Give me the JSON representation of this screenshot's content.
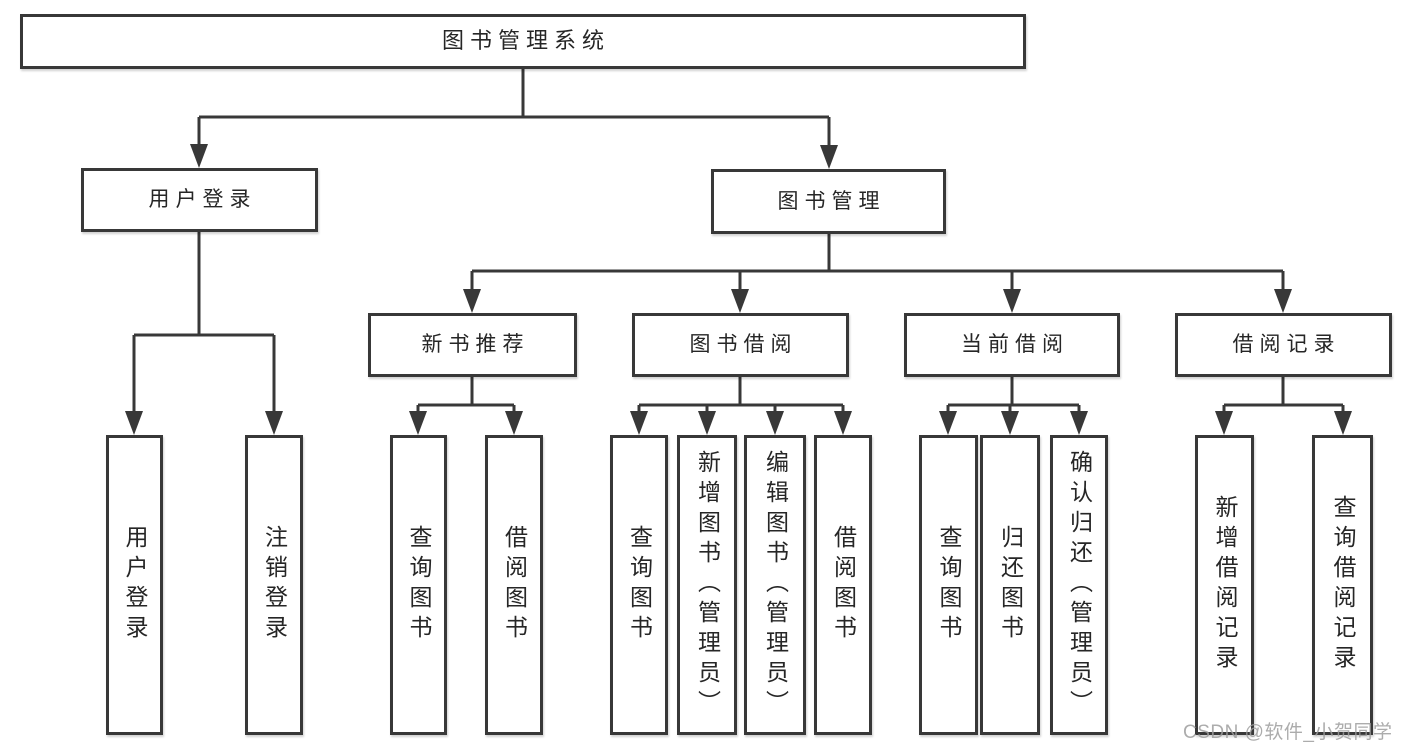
{
  "diagram": {
    "root": {
      "label": "图书管理系统"
    },
    "level2": [
      {
        "label": "用户登录"
      },
      {
        "label": "图书管理"
      }
    ],
    "level3": [
      {
        "label": "新书推荐"
      },
      {
        "label": "图书借阅"
      },
      {
        "label": "当前借阅"
      },
      {
        "label": "借阅记录"
      }
    ],
    "leaves": [
      {
        "label": "用户登录"
      },
      {
        "label": "注销登录"
      },
      {
        "label": "查询图书"
      },
      {
        "label": "借阅图书"
      },
      {
        "label": "查询图书"
      },
      {
        "label": "新增图书（管理员）"
      },
      {
        "label": "编辑图书（管理员）"
      },
      {
        "label": "借阅图书"
      },
      {
        "label": "查询图书"
      },
      {
        "label": "归还图书"
      },
      {
        "label": "确认归还（管理员）"
      },
      {
        "label": "新增借阅记录"
      },
      {
        "label": "查询借阅记录"
      }
    ],
    "colors": {
      "line": "#383838",
      "box_border": "#383838",
      "text": "#262626",
      "watermark": "#9e9e9e",
      "background": "#ffffff"
    }
  },
  "watermark": {
    "text": "CSDN @软件_小贺同学"
  }
}
